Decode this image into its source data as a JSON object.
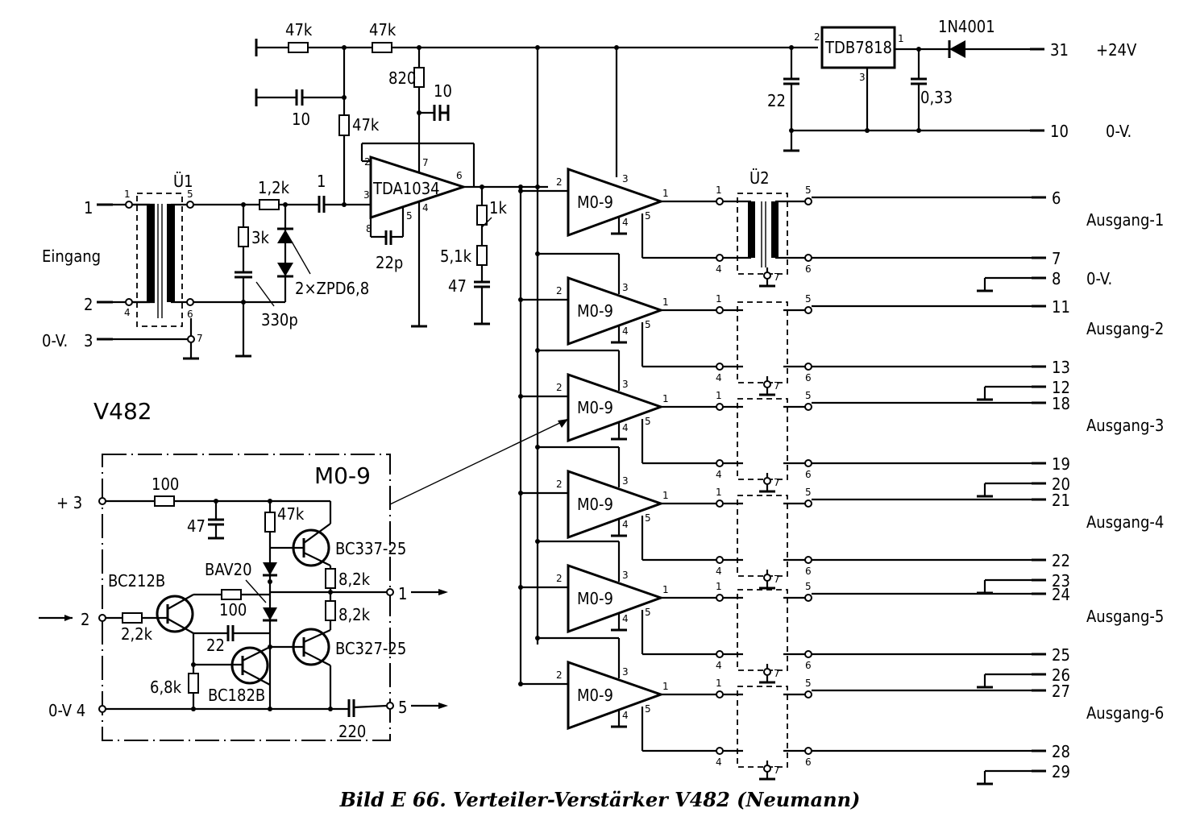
{
  "title": "V482",
  "caption": "Bild E 66.  Verteiler-Verstärker V482 (Neumann)",
  "input": {
    "label": "Eingang",
    "terminals": [
      "1",
      "2",
      "3"
    ],
    "ground_label": "0-V."
  },
  "transformer_in": {
    "name": "Ü1",
    "pins": [
      "1",
      "4",
      "5",
      "6",
      "7"
    ]
  },
  "transformer_out": {
    "name": "Ü2"
  },
  "opamp": {
    "name": "TDA1034",
    "pins": [
      "2",
      "3",
      "4",
      "5",
      "6",
      "7",
      "8"
    ]
  },
  "regulator": {
    "name": "TDB7818",
    "pins": [
      "1",
      "2",
      "3"
    ]
  },
  "diode_supply": "1N4001",
  "components": {
    "r_top1": "47k",
    "r_top2": "47k",
    "r_bias": "47k",
    "c_bias": "10",
    "r_820": "820",
    "c_820": "10",
    "r_in": "1,2k",
    "c_in": "1",
    "r_3k": "3k",
    "c_330p": "330p",
    "zener": "2×ZPD6,8",
    "c_22p": "22p",
    "pot_1k": "1k",
    "r_5k1": "5,1k",
    "c_47": "47",
    "c_22": "22",
    "c_033": "0,33"
  },
  "power": {
    "plus_terminal": "31",
    "plus_label": "+24V",
    "zero_terminal": "10",
    "zero_label": "0-V."
  },
  "amp_label": "M0-9",
  "amp_pins": [
    "1",
    "2",
    "3",
    "4",
    "5"
  ],
  "xfmr_pins": [
    "1",
    "4",
    "5",
    "6",
    "7"
  ],
  "outputs": [
    {
      "label": "Ausgang-1",
      "hot": "6",
      "cold": "7",
      "gnd": "8",
      "gnd_label": "0-V."
    },
    {
      "label": "Ausgang-2",
      "hot": "11",
      "cold": "13",
      "gnd": "12"
    },
    {
      "label": "Ausgang-3",
      "hot": "18",
      "cold": "19",
      "gnd": "20"
    },
    {
      "label": "Ausgang-4",
      "hot": "21",
      "cold": "22",
      "gnd": "23"
    },
    {
      "label": "Ausgang-5",
      "hot": "24",
      "cold": "25",
      "gnd": "26"
    },
    {
      "label": "Ausgang-6",
      "hot": "27",
      "cold": "28",
      "gnd": "29"
    }
  ],
  "module": {
    "name": "M0-9",
    "pin_plus": "+ 3",
    "pin_in": "2",
    "pin_gnd": "0-V 4",
    "pin_out1": "1",
    "pin_out5": "5",
    "r_100a": "100",
    "c_47": "47",
    "r_47k": "47k",
    "q1": "BC337-25",
    "diodes": "BAV20",
    "q_in": "BC212B",
    "r_100b": "100",
    "r_8k2a": "8,2k",
    "r_8k2b": "8,2k",
    "r_2k2": "2,2k",
    "c_22": "22",
    "q2": "BC327-25",
    "r_6k8": "6,8k",
    "q3": "BC182B",
    "c_220": "220"
  }
}
